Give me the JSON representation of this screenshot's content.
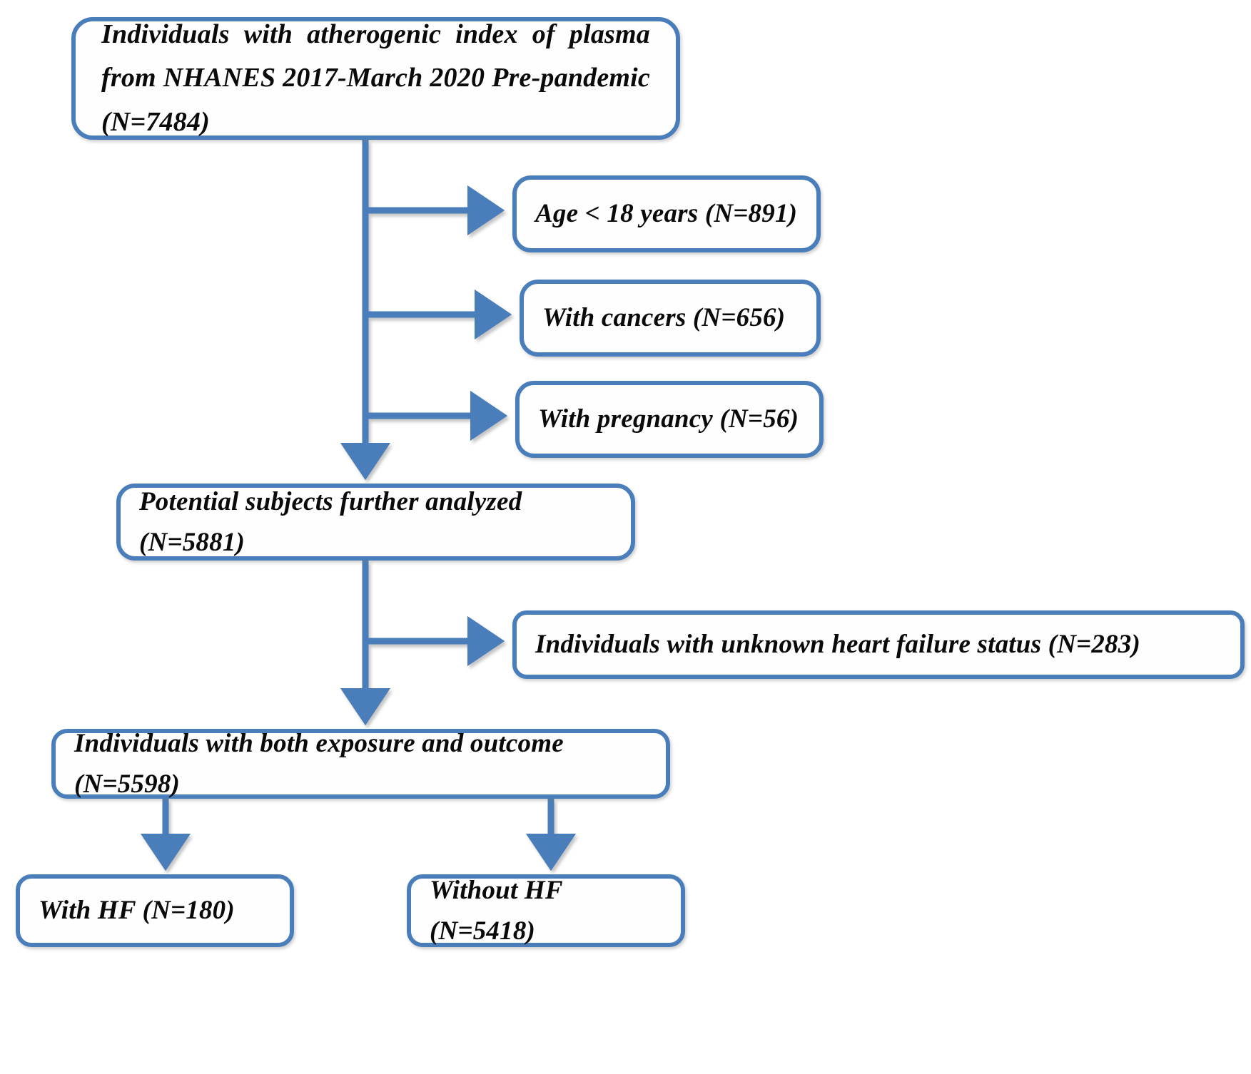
{
  "figure": {
    "type": "flowchart",
    "title": "Study participant selection flow diagram",
    "accent_color": "#4A7EBB",
    "box_fill": "#FEFEFE",
    "text_color": "#0A0A0A"
  },
  "nodes": {
    "source": "Individuals with atherogenic index of plasma from NHANES 2017-March 2020 Pre-pandemic (N=7484)",
    "exclude_age": "Age < 18 years (N=891)",
    "exclude_cancer": "With cancers (N=656)",
    "exclude_pregnancy": "With pregnancy (N=56)",
    "potential": "Potential subjects further analyzed (N=5881)",
    "exclude_unknown_hf": "Individuals with unknown heart failure status (N=283)",
    "both": "Individuals with both exposure and outcome (N=5598)",
    "with_hf": "With HF (N=180)",
    "without_hf": "Without HF (N=5418)"
  },
  "counts": {
    "source": 7484,
    "exclude_age": 891,
    "exclude_cancer": 656,
    "exclude_pregnancy": 56,
    "potential": 5881,
    "exclude_unknown_hf": 283,
    "both": 5598,
    "with_hf": 180,
    "without_hf": 5418
  }
}
